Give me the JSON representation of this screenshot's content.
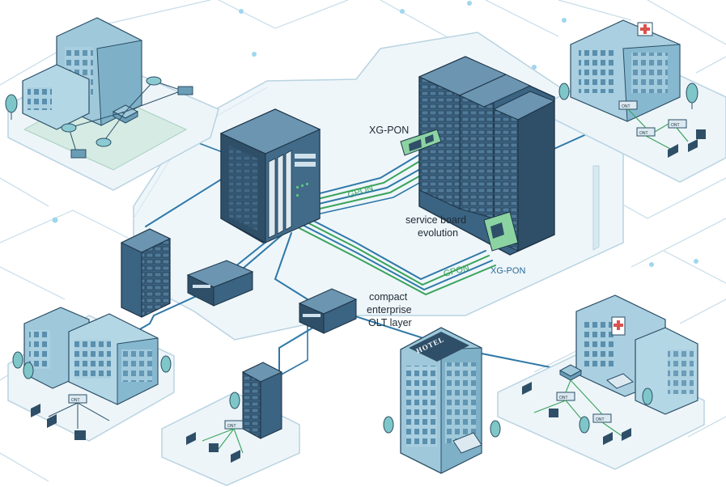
{
  "labels": {
    "xgpon_top": "XG-PON",
    "gpon_top": "GPON",
    "service_board_1": "service board",
    "service_board_2": "evolution",
    "gpon_bottom": "GPON",
    "xgpon_bottom": "XG-PON",
    "compact_1": "compact",
    "compact_2": "enterprise",
    "compact_3": "OLT layer",
    "hotel_sign": "HOTEL",
    "ont_hospital_top_1": "ONT",
    "ont_hospital_top_2": "ONT",
    "ont_hospital_top_3": "ONT",
    "ont_enterprise": "ONT",
    "ont_hospital_bottom_1": "ONT",
    "ont_hospital_bottom_2": "ONT",
    "ont_mid": "ONT"
  },
  "colors": {
    "fiber_blue": "#2f78a8",
    "fiber_green": "#3aa35a",
    "building": "#9fc9db",
    "building_dark": "#5e8fa8",
    "rack": "#2f4f68",
    "platform": "#edf5f9",
    "grid": "#c6dce8"
  },
  "icons": [
    "olt-rack-icon",
    "server-rack-icon",
    "router-icon",
    "ont-icon",
    "laptop-icon",
    "desktop-icon",
    "tree-icon",
    "hospital-cross-icon"
  ]
}
